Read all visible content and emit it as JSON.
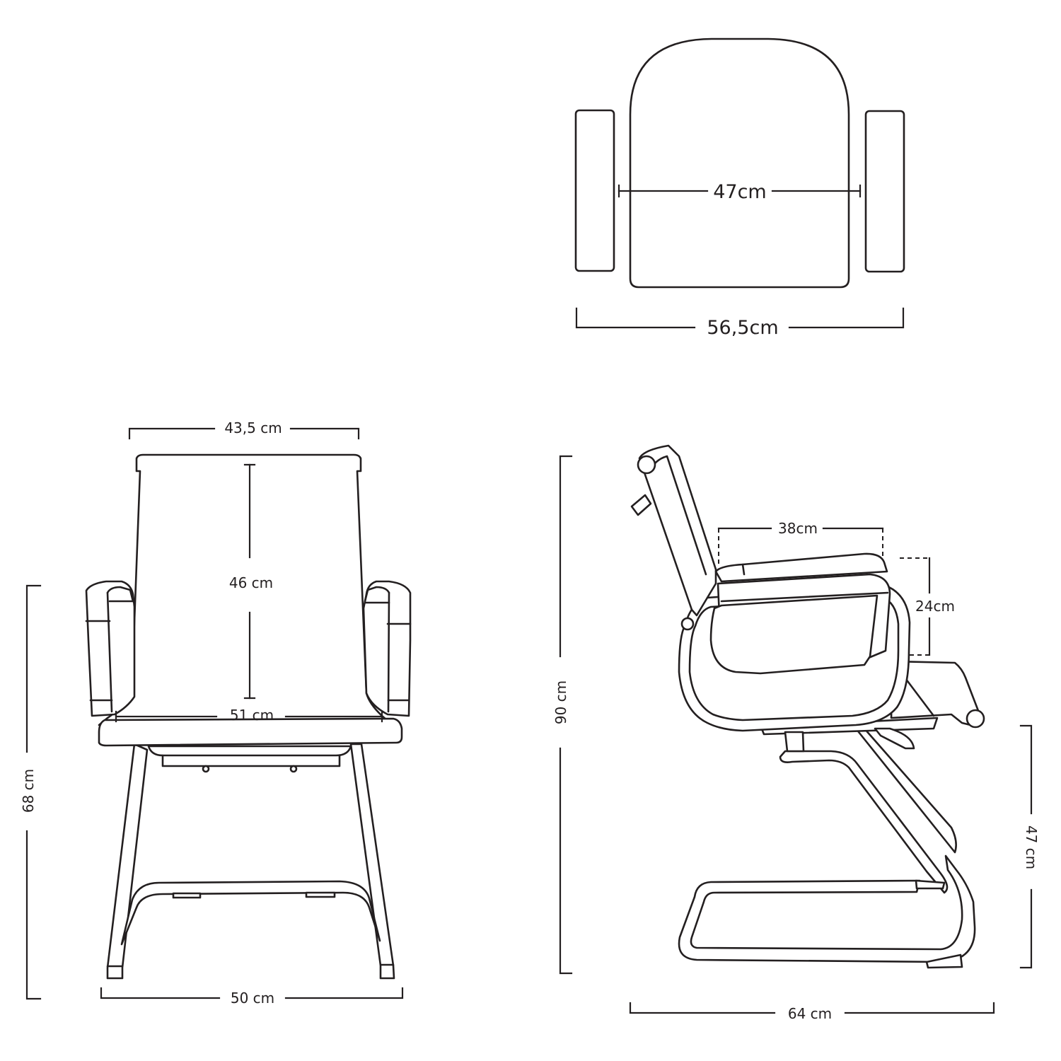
{
  "top_view": {
    "inner_width": "47cm",
    "overall_width": "56,5cm"
  },
  "front_view": {
    "backrest_width": "43,5 cm",
    "backrest_height": "46 cm",
    "seat_width": "51 cm",
    "base_width": "50 cm",
    "arm_height": "68 cm"
  },
  "side_view": {
    "seat_depth": "38cm",
    "armrest_height": "24cm",
    "total_height": "90 cm",
    "seat_height": "47 cm",
    "total_depth": "64 cm"
  }
}
